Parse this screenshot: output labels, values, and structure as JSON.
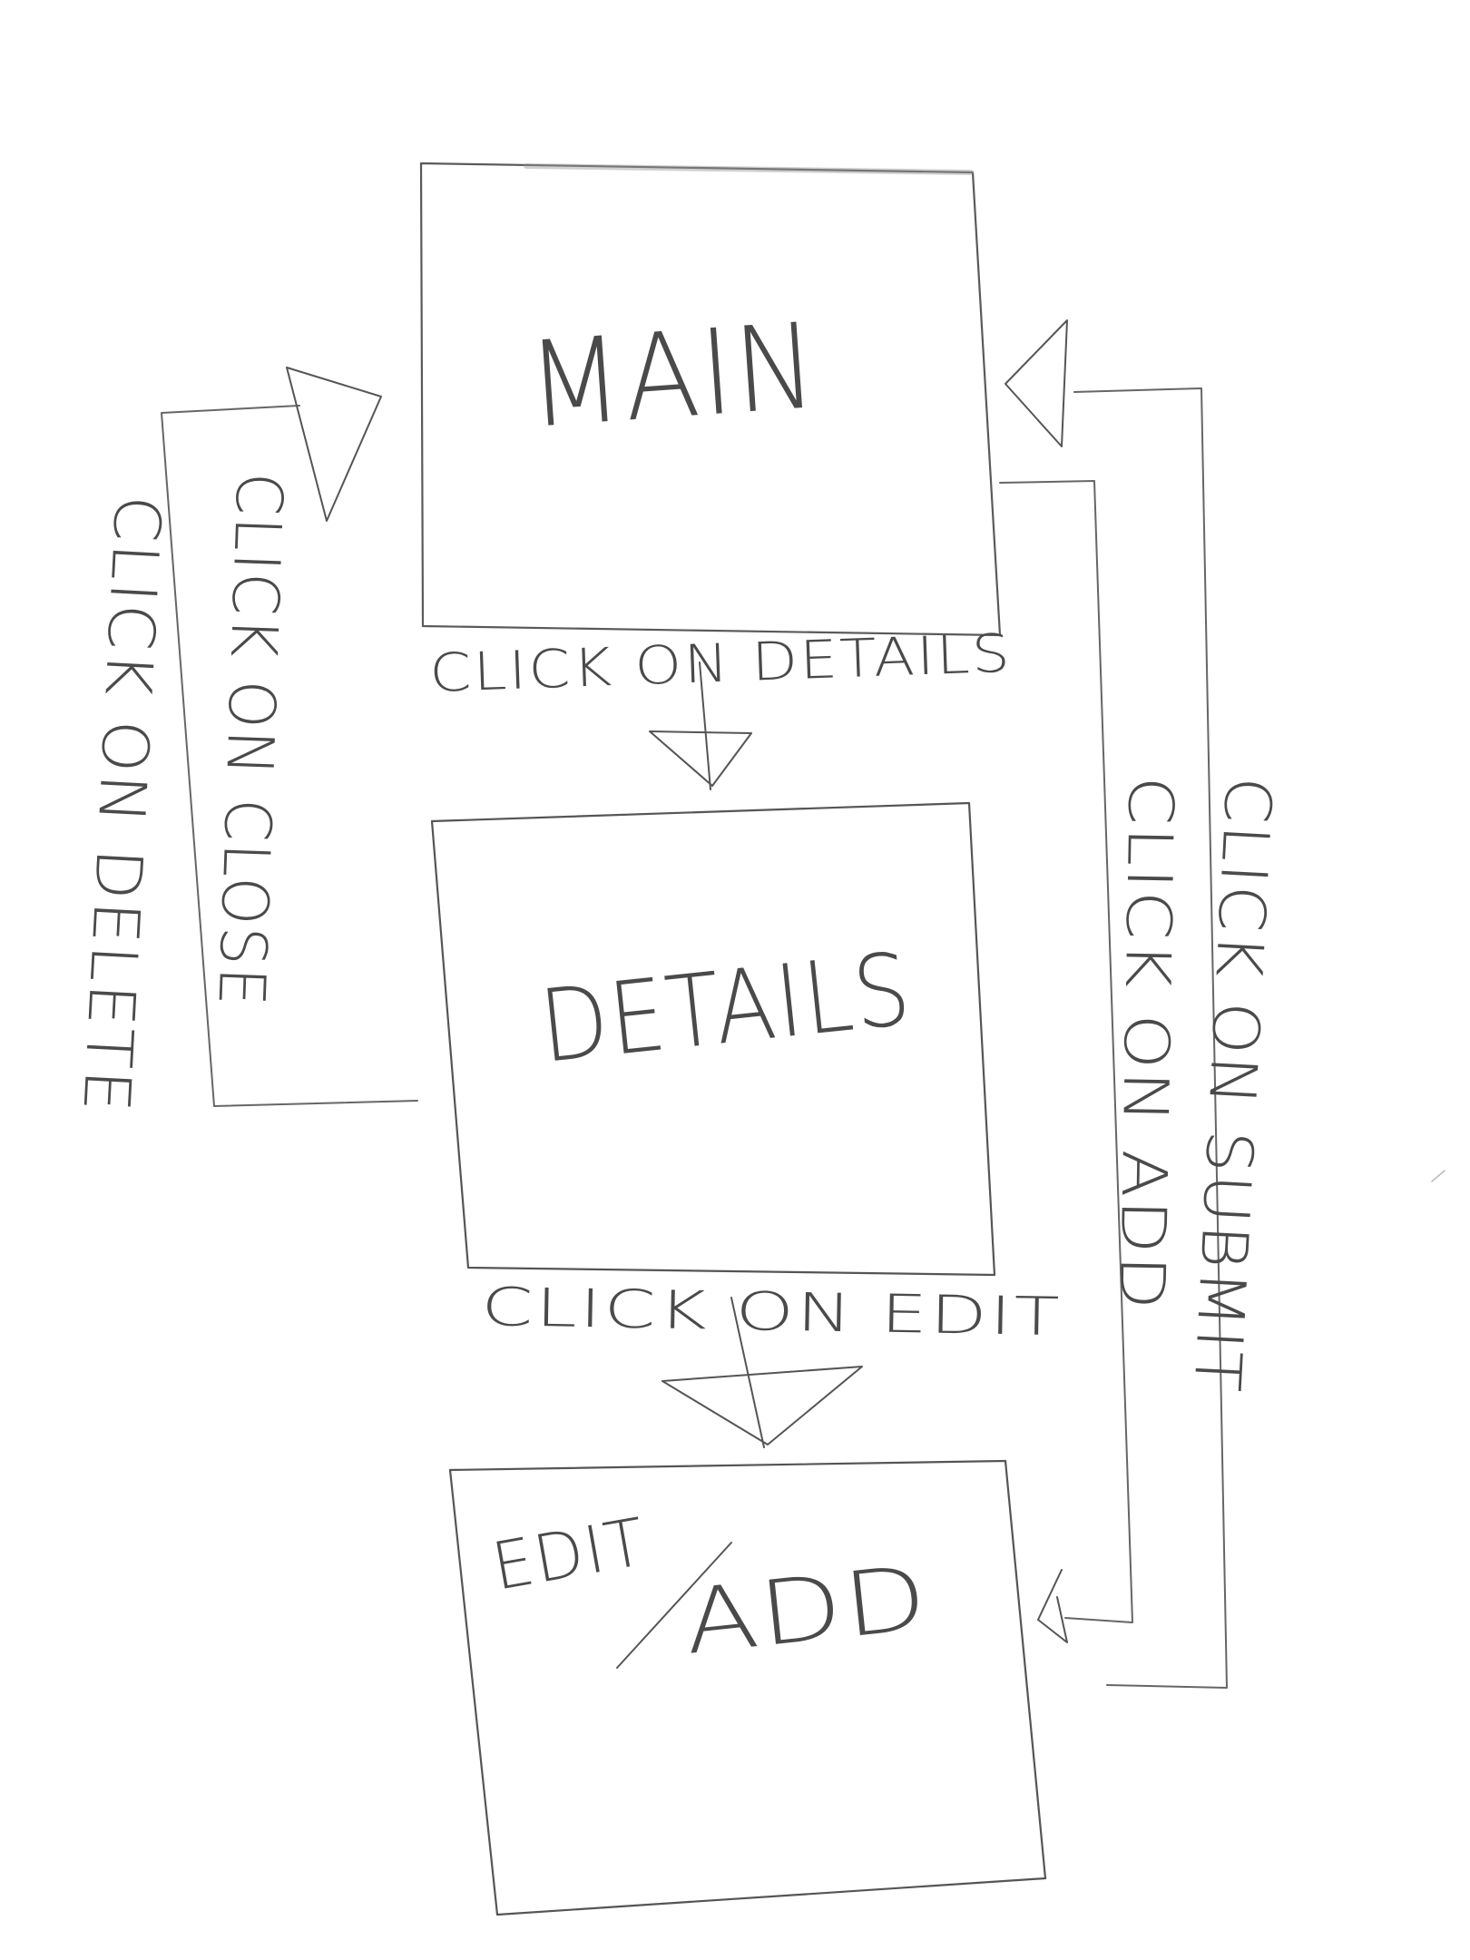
{
  "colors": {
    "paper": "#ffffff",
    "pencil": "#4a4a4a"
  },
  "nodes": {
    "main": "MAIN",
    "details": "DETAILS",
    "edit_add_line1": "EDIT",
    "edit_add_line2": "ADD"
  },
  "edges": {
    "details_click": "CLICK ON DETAILS",
    "edit_click": "CLICK ON EDIT",
    "close_click": "CLICK ON CLOSE",
    "delete_click": "CLICK ON DELETE",
    "add_click": "CLICK ON ADD",
    "submit_click": "CLICK ON SUBMIT"
  },
  "icons": {
    "arrowhead": "triangle-arrow-icon"
  }
}
